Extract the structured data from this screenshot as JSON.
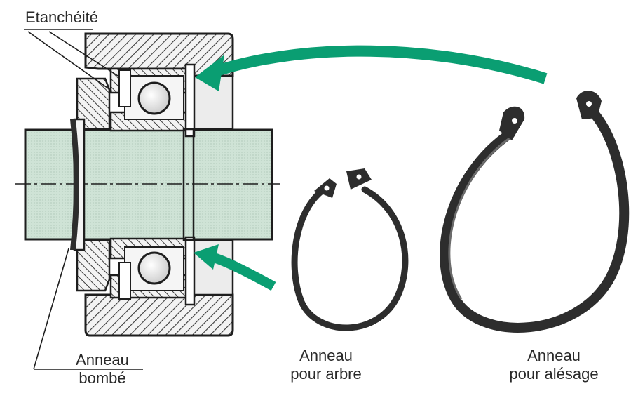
{
  "labels": {
    "sealing": "Etanchéité",
    "domed_ring_l1": "Anneau",
    "domed_ring_l2": "bombé",
    "shaft_ring_l1": "Anneau",
    "shaft_ring_l2": "pour arbre",
    "bore_ring_l1": "Anneau",
    "bore_ring_l2": "pour alésage"
  },
  "colors": {
    "shaft_fill": "#cfe3d6",
    "hatch": "#3a3a3a",
    "outline": "#1e1e1e",
    "arrow_green": "#0a9e72",
    "ring_dark": "#2d2d2d",
    "ring_shade": "#6b6b6b"
  },
  "icons": {
    "arrow": "curved-green-arrow",
    "ring": "retaining-circlip"
  }
}
